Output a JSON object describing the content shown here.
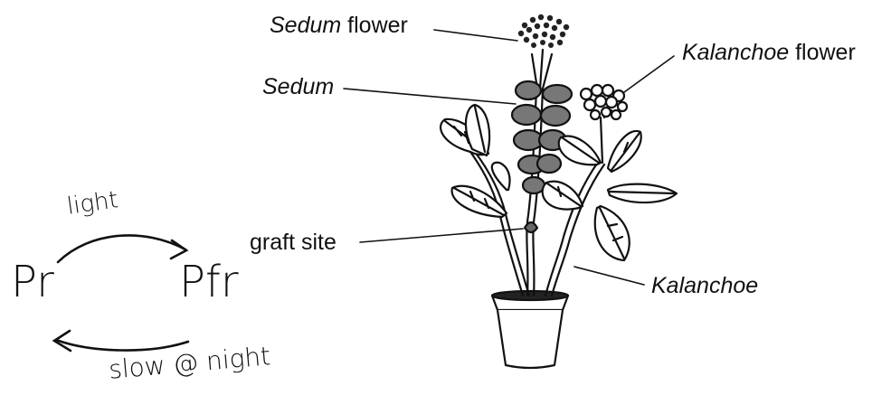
{
  "labels": {
    "sedum_flower": {
      "italic": "Sedum",
      "plain": " flower"
    },
    "sedum": {
      "italic": "Sedum",
      "plain": ""
    },
    "kalanchoe_flower": {
      "italic": "Kalanchoe",
      "plain": " flower"
    },
    "graft_site": {
      "italic": "",
      "plain": "graft site"
    },
    "kalanchoe": {
      "italic": "Kalanchoe",
      "plain": ""
    }
  },
  "cycle": {
    "pr": "Pr",
    "pfr": "Pfr",
    "forward": "light",
    "reverse": "slow @ night"
  }
}
